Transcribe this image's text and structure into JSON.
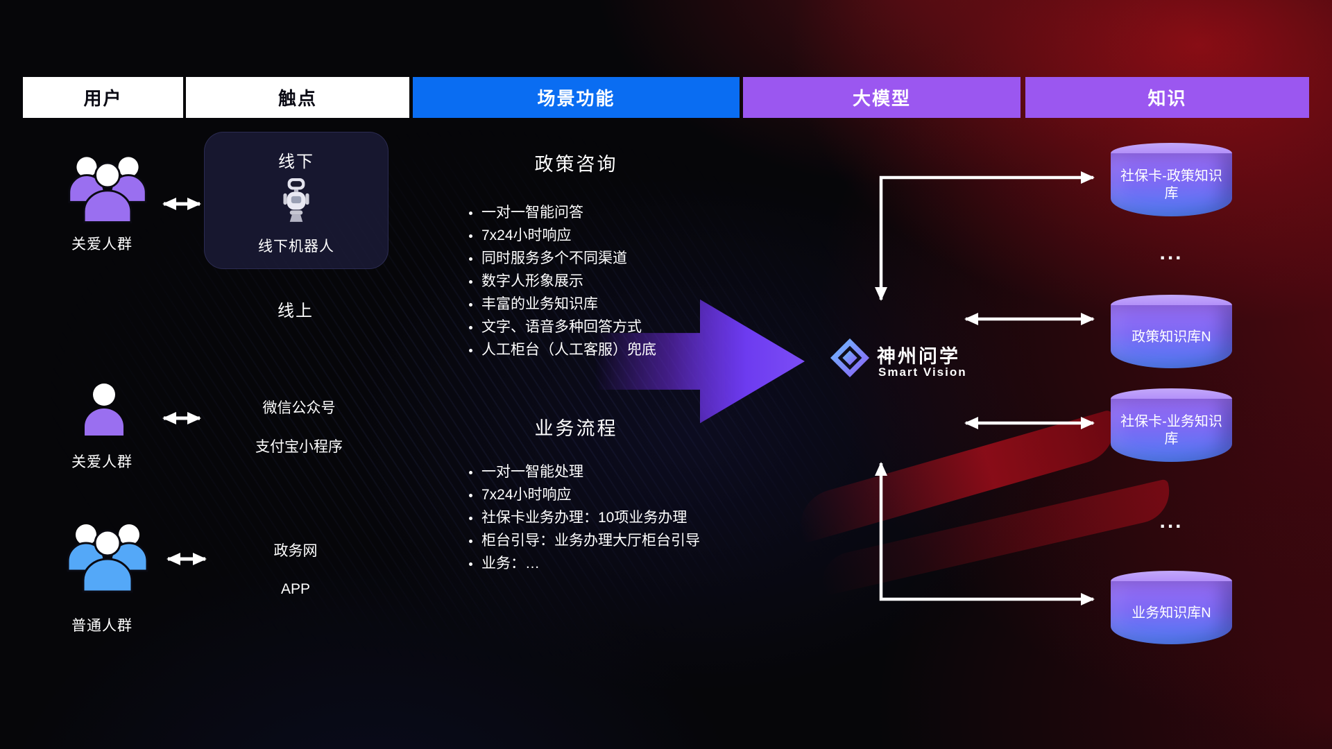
{
  "header": {
    "columns": [
      {
        "label": "用户"
      },
      {
        "label": "触点"
      },
      {
        "label": "场景功能"
      },
      {
        "label": "大模型"
      },
      {
        "label": "知识"
      }
    ]
  },
  "users": {
    "groups": [
      {
        "label": "关爱人群"
      },
      {
        "label": "关爱人群"
      },
      {
        "label": "普通人群"
      }
    ]
  },
  "touchpoints": {
    "offline_title": "线下",
    "offline_robot_label": "线下机器人",
    "online_label": "线上",
    "wechat": "微信公众号",
    "alipay": "支付宝小程序",
    "gov_web": "政务网",
    "app": "APP"
  },
  "scenes": [
    {
      "title": "政策咨询",
      "items": [
        "一对一智能问答",
        "7x24小时响应",
        "同时服务多个不同渠道",
        "数字人形象展示",
        "丰富的业务知识库",
        "文字、语音多种回答方式",
        "人工柜台（人工客服）兜底"
      ]
    },
    {
      "title": "业务流程",
      "items": [
        "一对一智能处理",
        "7x24小时响应",
        "社保卡业务办理：10项业务办理",
        "柜台引导：业务办理大厅柜台引导",
        "业务：…"
      ]
    }
  ],
  "model": {
    "name": "神州问学",
    "subtitle": "Smart Vision"
  },
  "knowledge": {
    "databases": [
      {
        "label": "社保卡-政策知识库"
      },
      {
        "label": "政策知识库N"
      },
      {
        "label": "社保卡-业务知识库"
      },
      {
        "label": "业务知识库N"
      }
    ],
    "ellipsis": "..."
  },
  "colors": {
    "scene_header_blue": "#0a6df2",
    "model_header_purple": "#9b57f0",
    "accent_purple": "#9a6ff0",
    "accent_blue": "#54a8f8",
    "db_gradient_top": "#9a6cf6",
    "db_gradient_bottom": "#4f7cf5"
  }
}
